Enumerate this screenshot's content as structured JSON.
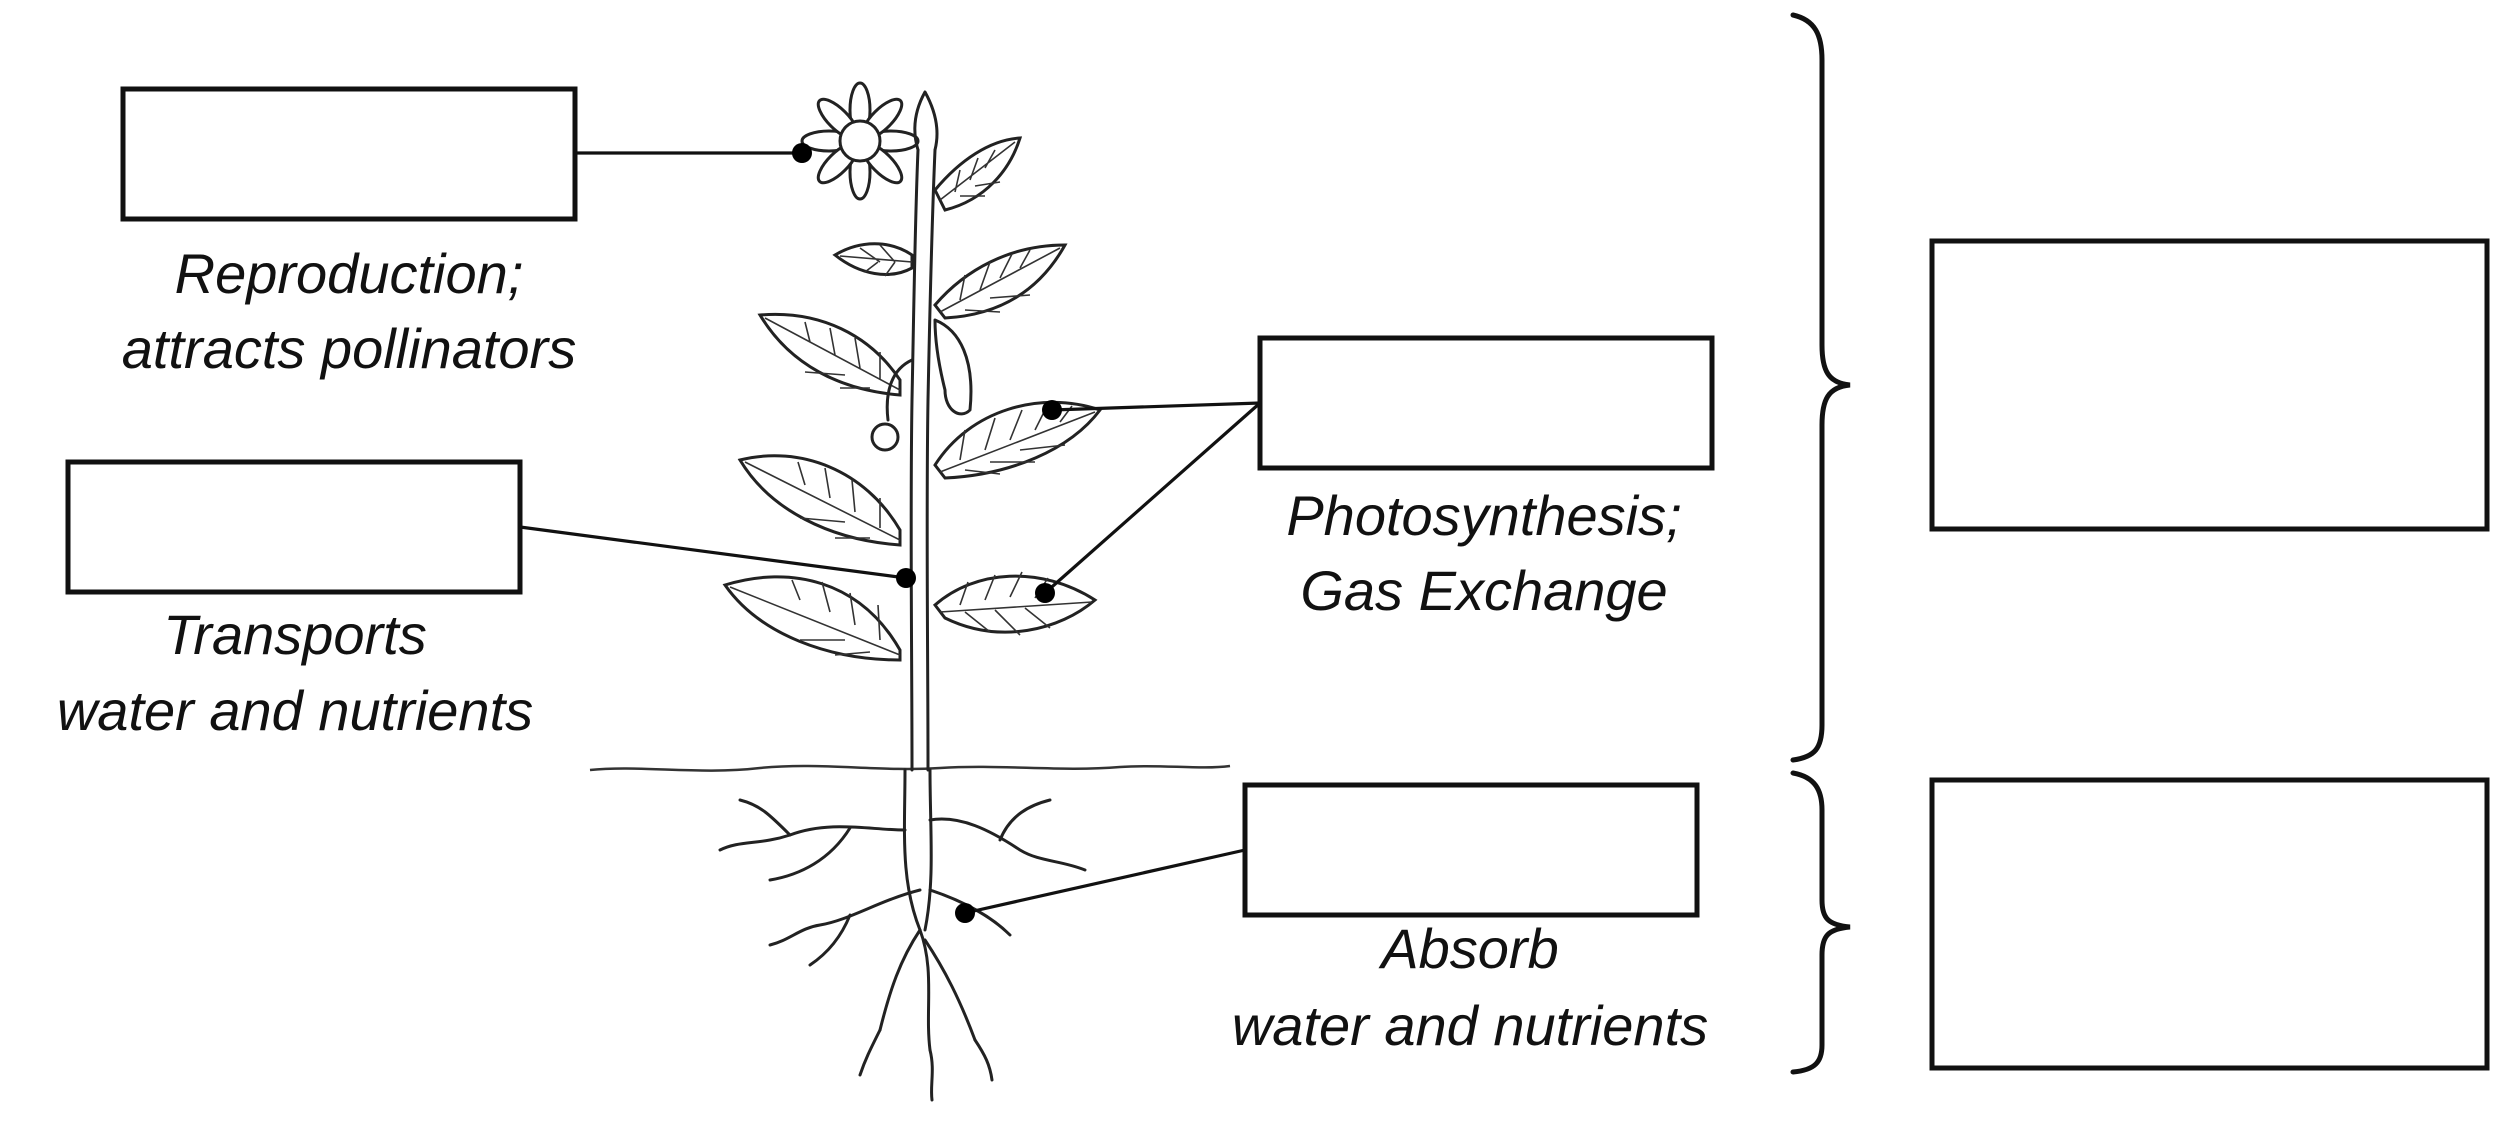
{
  "labels": {
    "flower": [
      "Reproduction;",
      "attracts pollinators"
    ],
    "stem": [
      "Transports",
      "water and nutrients"
    ],
    "leaves": [
      "Photosynthesis;",
      "Gas Exchange"
    ],
    "roots": [
      "Absorb",
      "water and nutrients"
    ]
  }
}
